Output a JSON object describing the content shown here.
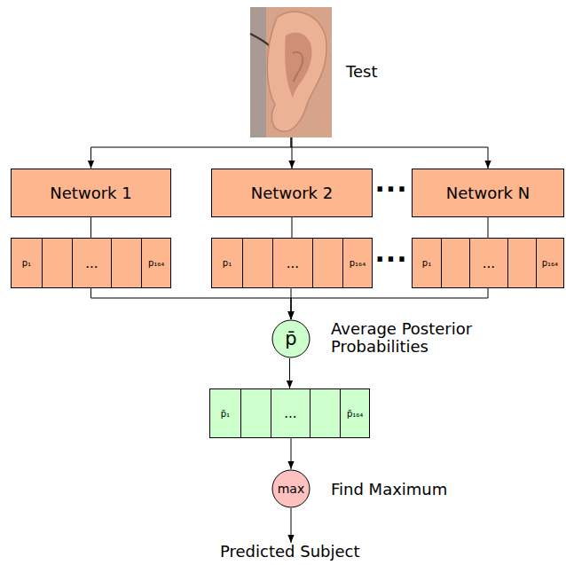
{
  "diagram": {
    "nodes": [
      {
        "text": [
          "Test"
        ]
      },
      {
        "text": [
          "Network 1"
        ]
      },
      {
        "text": [
          "Network 2"
        ]
      },
      {
        "text": [
          "Network N"
        ]
      },
      {
        "text": [
          "p₁",
          "...",
          "p₁₆₄"
        ]
      },
      {
        "text": [
          "p₁",
          "...",
          "p₁₆₄"
        ]
      },
      {
        "text": [
          "p₁",
          "...",
          "p₁₆₄"
        ]
      },
      {
        "text": [
          "p̄"
        ]
      },
      {
        "text": [
          "p̄₁",
          "...",
          "p̄₁₆₄"
        ]
      },
      {
        "text": [
          "max"
        ]
      },
      {
        "text": [
          "Predicted Subject"
        ]
      }
    ],
    "edges": [
      {
        "from": 0,
        "to": 1,
        "arrow": "to"
      },
      {
        "from": 0,
        "to": 2,
        "arrow": "to"
      },
      {
        "from": 0,
        "to": 3,
        "arrow": "to"
      },
      {
        "from": 1,
        "to": 4,
        "arrow": "none"
      },
      {
        "from": 2,
        "to": 5,
        "arrow": "none"
      },
      {
        "from": 3,
        "to": 6,
        "arrow": "none"
      },
      {
        "from": 4,
        "to": 7,
        "arrow": "to"
      },
      {
        "from": 5,
        "to": 7,
        "arrow": "to"
      },
      {
        "from": 6,
        "to": 7,
        "arrow": "to"
      },
      {
        "from": 7,
        "to": 8,
        "arrow": "to"
      },
      {
        "from": 8,
        "to": 9,
        "arrow": "to"
      },
      {
        "from": 9,
        "to": 10,
        "arrow": "to"
      }
    ],
    "labels": [
      "Average Posterior Probabilities",
      "Find Maximum",
      "···",
      "···"
    ]
  }
}
